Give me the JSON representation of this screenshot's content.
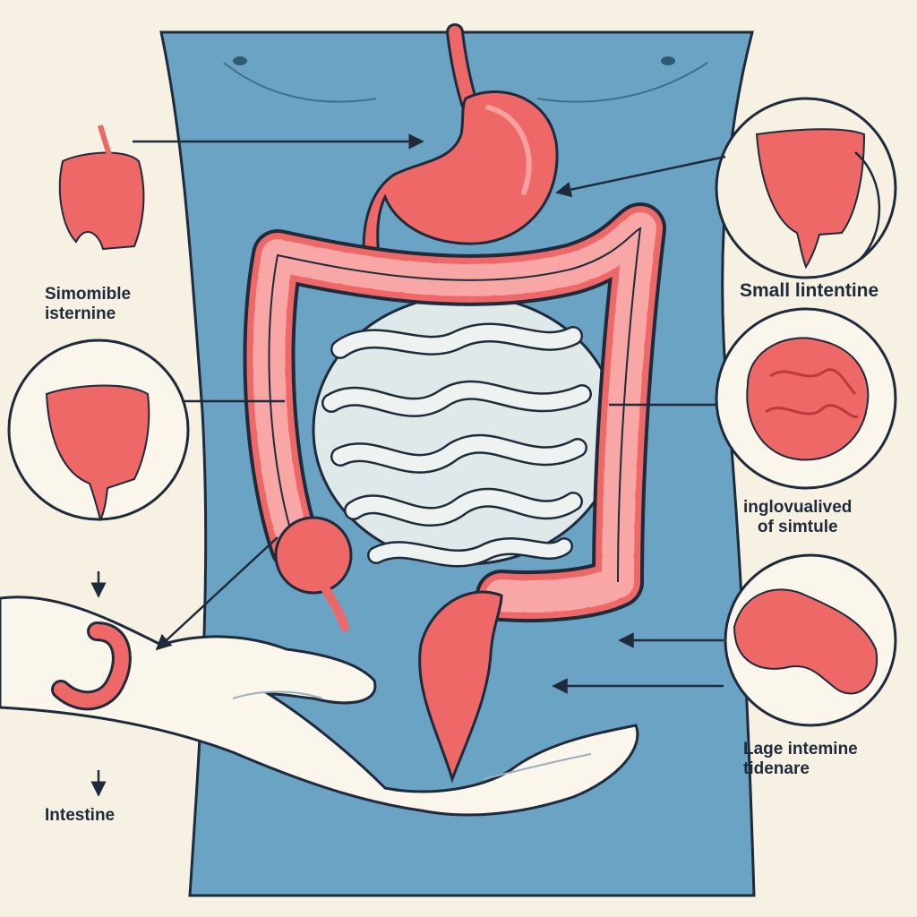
{
  "labels": {
    "left_top": [
      "Simomible",
      "isternine"
    ],
    "right_top": [
      "Small lintentine"
    ],
    "right_middle": [
      "inglovualived",
      "of simtule"
    ],
    "right_bottom": [
      "Lage intemine",
      "tidenare"
    ],
    "left_bottom": [
      "Intestine"
    ]
  },
  "colors": {
    "background": "#f7f1e3",
    "torso": "#6aa3c4",
    "organ_red": "#ef6868",
    "small_intestine": "#eef3f1",
    "outline": "#1f2a3a"
  }
}
